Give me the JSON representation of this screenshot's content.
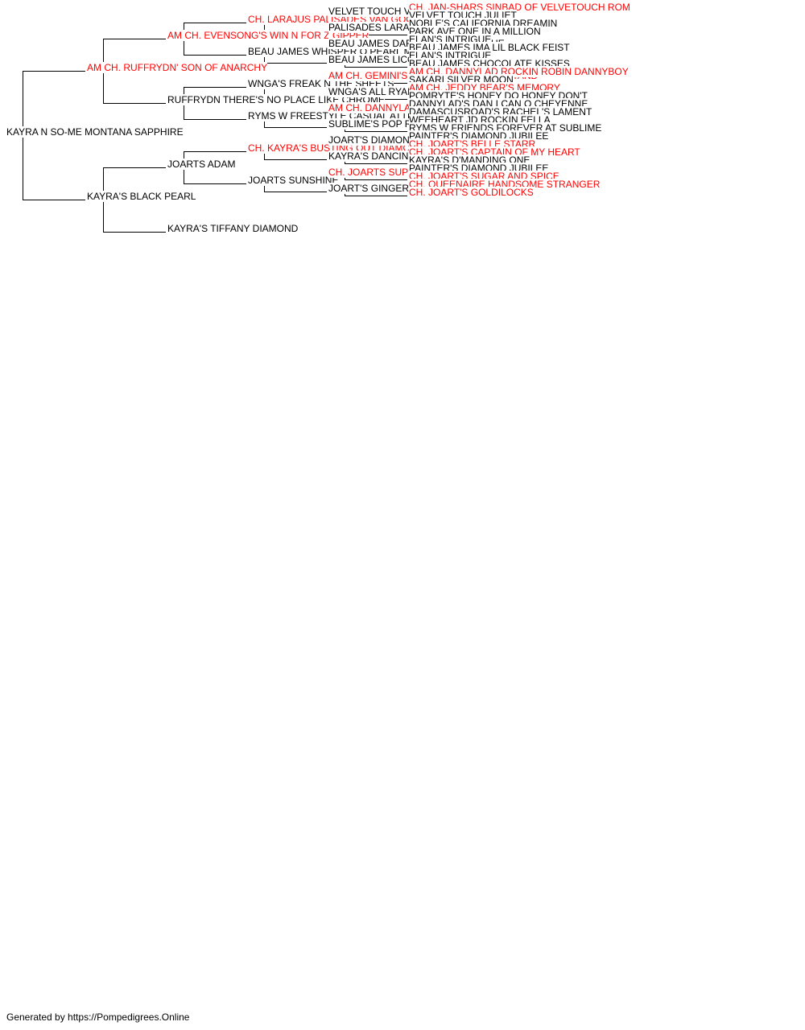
{
  "legend_colors": {
    "champion": "#ff0000",
    "regular": "#000000"
  },
  "pedigree": {
    "name": "KAYRA N SO-ME MONTANA SAPPHIRE",
    "champion": false,
    "sire": {
      "name": "AM CH. RUFFRYDN' SON OF ANARCHY",
      "champion": true,
      "sire": {
        "name": "AM CH. EVENSONG'S WIN N FOR Z GIPPER",
        "champion": true,
        "sire": {
          "name": "CH. LARAJUS PALISADES VAN GOGH",
          "champion": true,
          "sire": {
            "name": "VELVET TOUCH VERSACE",
            "champion": false,
            "sire": {
              "name": "CH. JAN-SHARS SINBAD OF VELVETOUCH ROM",
              "champion": true
            },
            "dam": {
              "name": "VELVET TOUCH JULIET",
              "champion": false
            }
          },
          "dam": {
            "name": "PALISADES LARAJUS FANTASY",
            "champion": false,
            "sire": {
              "name": "NOBLE'S CALIFORNIA DREAMIN",
              "champion": false
            },
            "dam": {
              "name": "PARK AVE ONE IN A MILLION",
              "champion": false
            }
          }
        },
        "dam": {
          "name": "BEAU JAMES WHISPER O PEARL MOON",
          "champion": false,
          "sire": {
            "name": "BEAU JAMES DARK FUDGE INTRIGUE",
            "champion": false,
            "sire": {
              "name": "ELAN'S INTRIGUE",
              "champion": false
            },
            "dam": {
              "name": "BEAU JAMES IMA LIL BLACK FEIST",
              "champion": false
            }
          },
          "dam": {
            "name": "BEAU JAMES LICORICE CANDY",
            "champion": false,
            "sire": {
              "name": "ELAN'S INTRIGUE",
              "champion": false
            },
            "dam": {
              "name": "BEAU JAMES CHOCOLATE KISSES",
              "champion": false
            }
          }
        }
      },
      "dam": {
        "name": "RUFFRYDN THERE'S NO PLACE LIKE CHROME",
        "champion": false,
        "sire": {
          "name": "WNGA'S FREAK N THE SHEETS",
          "champion": false,
          "sire": {
            "name": "AM CH. GEMINI'S ROCK'N ONE NIGHT STAND",
            "champion": true,
            "sire": {
              "name": "AM CH. DANNYLAD ROCKIN ROBIN DANNYBOY",
              "champion": true
            },
            "dam": {
              "name": "SAKARI SILVER MOON",
              "champion": false
            }
          },
          "dam": {
            "name": "WNGA'S ALL RYAL'D UP",
            "champion": false,
            "sire": {
              "name": "AM CH. JEDDY BEAR'S MEMORY",
              "champion": true
            },
            "dam": {
              "name": "POMRYTE'S HONEY DO HONEY DON'T",
              "champion": false
            }
          }
        },
        "dam": {
          "name": "RYMS W FREESTYLE CASUAL ATTIRE",
          "champion": false,
          "sire": {
            "name": "AM CH. DANNYLAD ROCKIN ROBIN DANNYBOY",
            "champion": true,
            "sire": {
              "name": "DANNYLAD'S DAN I CAN O CHEYENNE",
              "champion": false
            },
            "dam": {
              "name": "DAMASCUSROAD'S RACHEL'S LAMENT",
              "champion": false
            }
          },
          "dam": {
            "name": "SUBLIME'S POP ROX",
            "champion": false,
            "sire": {
              "name": "WEEHEART JD ROCKIN FELLA",
              "champion": false
            },
            "dam": {
              "name": "RYMS W FRIENDS FOREVER AT SUBLIME",
              "champion": false
            }
          }
        }
      }
    },
    "dam": {
      "name": "KAYRA'S BLACK PEARL",
      "champion": false,
      "sire": {
        "name": "JOARTS ADAM",
        "champion": false,
        "sire": {
          "name": "CH. KAYRA'S BUSTING OUT DIAMONDS",
          "champion": true,
          "sire": {
            "name": "JOART'S DIAMOND CHIPS",
            "champion": false,
            "sire": {
              "name": "PAINTER'S DIAMOND JUBILEE",
              "champion": false
            },
            "dam": {
              "name": "CH. JOART'S BELLE STARR",
              "champion": true
            }
          },
          "dam": {
            "name": "KAYRA'S DANCING DUCHESS",
            "champion": false,
            "sire": {
              "name": "CH. JOART'S CAPTAIN OF MY HEART",
              "champion": true
            },
            "dam": {
              "name": "KAYRA'S D'MANDING ONE",
              "champion": false
            }
          }
        },
        "dam": {
          "name": "JOARTS SUNSHINE",
          "champion": false,
          "sire": {
            "name": "CH. JOARTS SUPER HARLEE DAVISON",
            "champion": true,
            "sire": {
              "name": "PAINTER'S DIAMOND JUBILEE",
              "champion": false
            },
            "dam": {
              "name": "CH. JOART'S SUGAR AND SPICE",
              "champion": true
            }
          },
          "dam": {
            "name": "JOART'S GINGER",
            "champion": false,
            "sire": {
              "name": "CH. QUEENAIRE HANDSOME STRANGER",
              "champion": true
            },
            "dam": {
              "name": "CH. JOART'S GOLDILOCKS",
              "champion": true
            }
          }
        }
      },
      "dam": {
        "name": "KAYRA'S TIFFANY DIAMOND",
        "champion": false
      }
    }
  },
  "footer": "Generated by https://Pompedigrees.Online"
}
